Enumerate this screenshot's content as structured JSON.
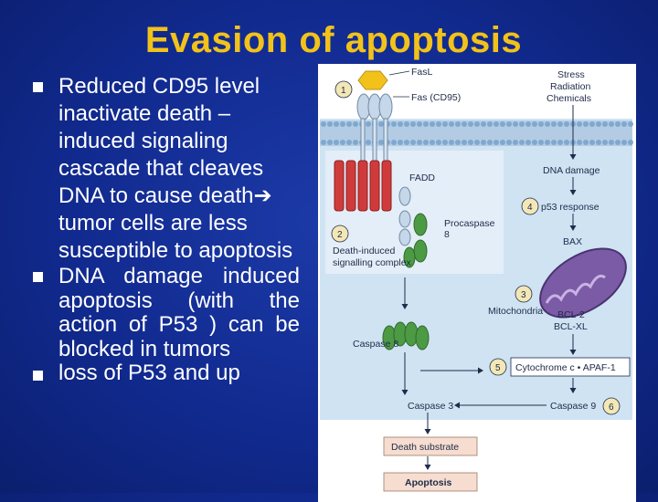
{
  "slide": {
    "title": "Evasion of apoptosis",
    "bullets": [
      "Reduced CD95 level inactivate death – induced signaling cascade that cleaves DNA to cause death",
      "tumor cells are less susceptible to apoptosis",
      "DNA damage induced apoptosis (with the action of P53 ) can be blocked in tumors",
      "loss of P53 and up"
    ]
  },
  "figure": {
    "labels": {
      "fasl": "FasL",
      "fas": "Fas (CD95)",
      "stress": "Stress",
      "radiation": "Radiation",
      "chemicals": "Chemicals",
      "fadd": "FADD",
      "dna_damage": "DNA damage",
      "p53_response": "p53 response",
      "bax": "BAX",
      "procaspase": "Procaspase",
      "procaspase_num": "8",
      "disc_line1": "Death-induced",
      "disc_line2": "signalling complex",
      "mitochondria": "Mitochondria",
      "bcl2": "BCL-2",
      "bclxl": "BCL-XL",
      "caspase8": "Caspase 8",
      "cytochrome": "Cytochrome c • APAF-1",
      "caspase3": "Caspase 3",
      "caspase9": "Caspase 9",
      "death_substrate": "Death substrate",
      "apoptosis": "Apoptosis"
    },
    "step_numbers": [
      "1",
      "2",
      "3",
      "4",
      "5",
      "6"
    ],
    "colors": {
      "membrane": "#7fa8cf",
      "cytoplasm": "#cfe3f3",
      "fadd": "#cf3b3b",
      "receptor": "#c5d7e8",
      "fasl": "#f2c21a",
      "caspase": "#4d9a45",
      "mitochondrion": "#7b5aa6"
    }
  }
}
